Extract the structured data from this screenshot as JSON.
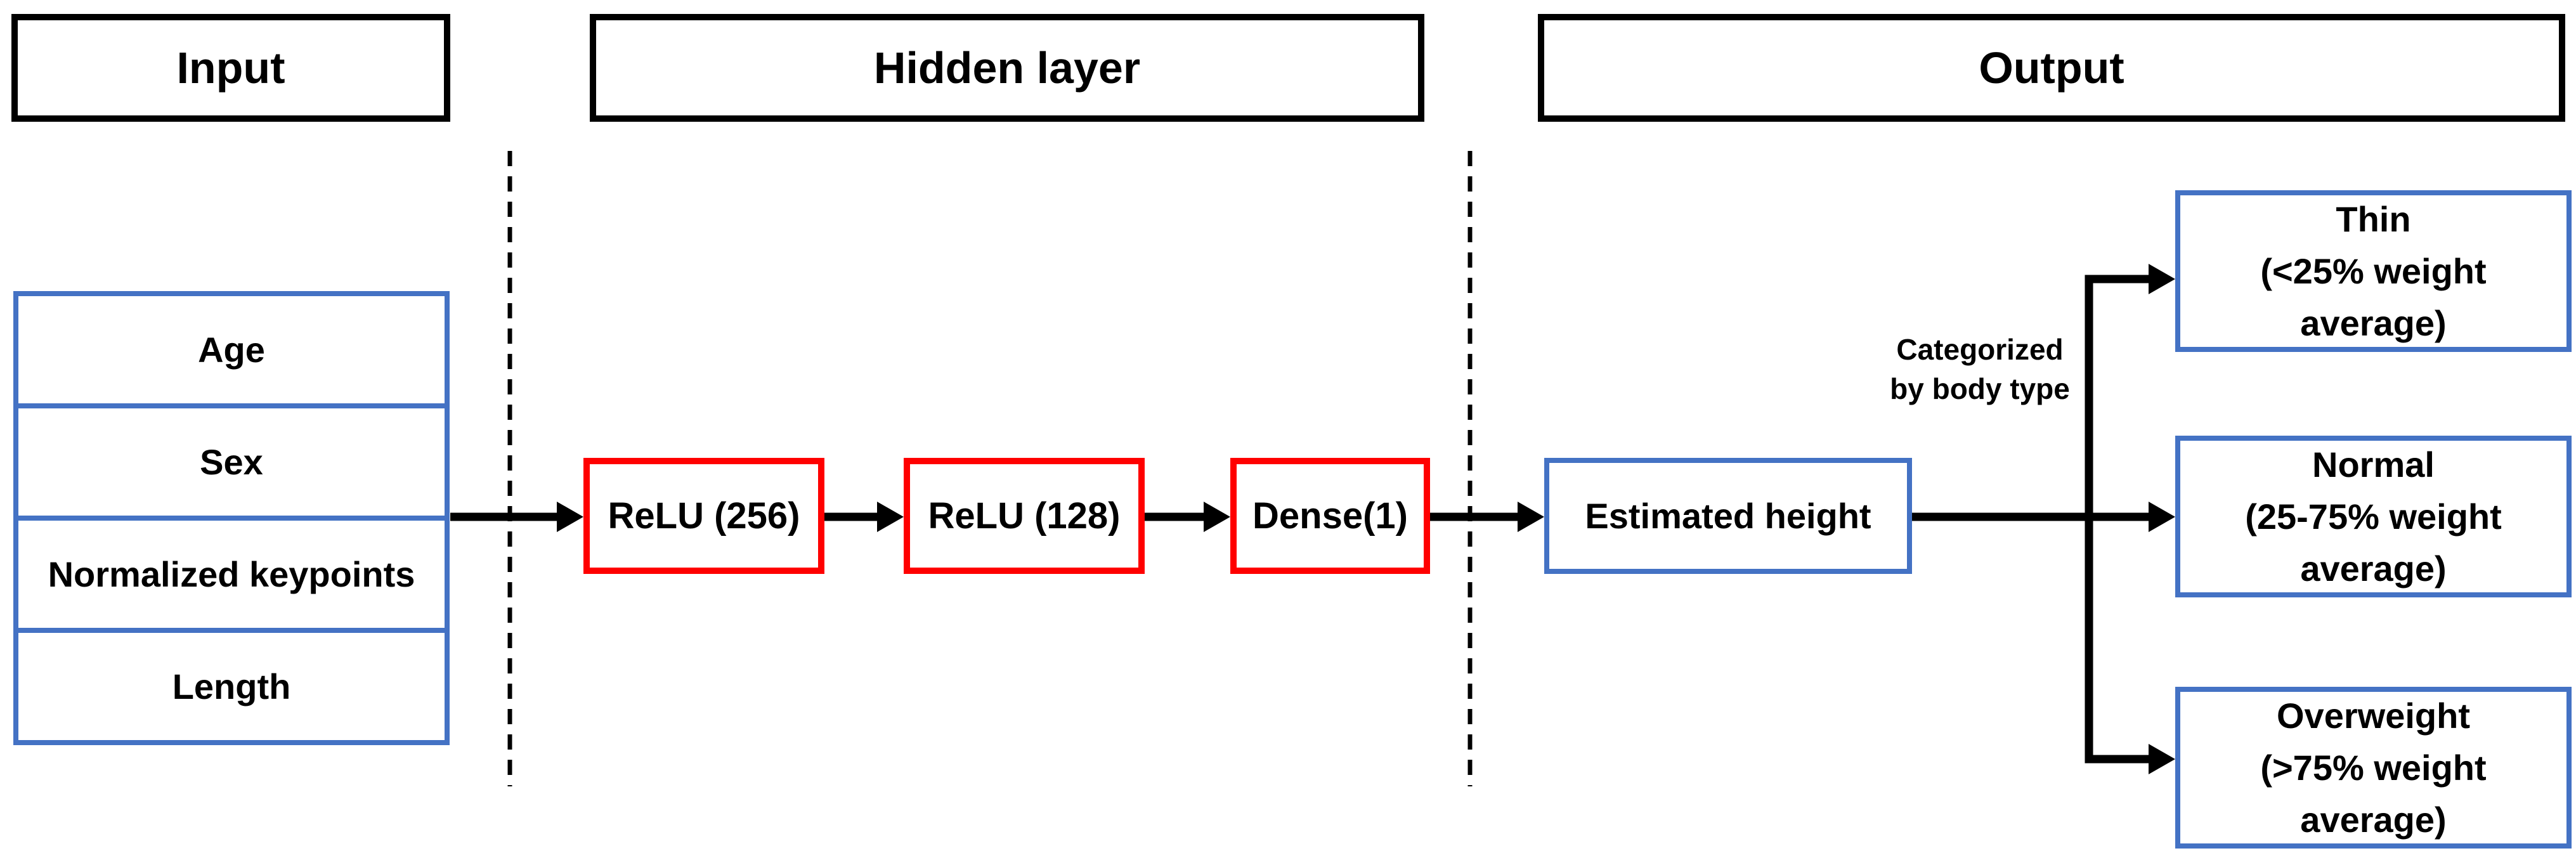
{
  "headers": {
    "input": "Input",
    "hidden": "Hidden layer",
    "output": "Output"
  },
  "input_features": [
    "Age",
    "Sex",
    "Normalized keypoints",
    "Length"
  ],
  "hidden_layers": [
    "ReLU (256)",
    "ReLU (128)",
    "Dense(1)"
  ],
  "output": {
    "estimate_label": "Estimated height",
    "branch_annotation": "Categorized\nby body type",
    "categories": [
      "Thin\n(<25% weight\naverage)",
      "Normal\n(25-75% weight\naverage)",
      "Overweight\n(>75% weight\naverage)"
    ]
  },
  "colors": {
    "accent_blue": "#4472C4",
    "accent_red": "#FF0000",
    "line_black": "#000000",
    "background": "#FFFFFF"
  }
}
